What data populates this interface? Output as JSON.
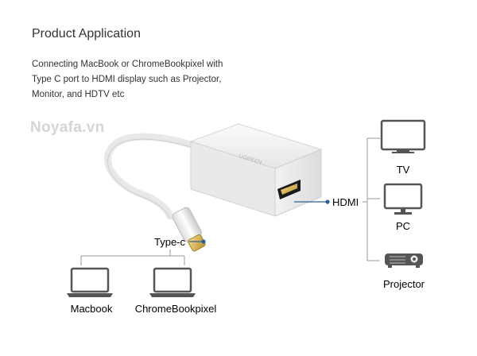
{
  "header": {
    "title": "Product Application",
    "description": "Connecting MacBook or ChromeBookpixel with Type C port to HDMI display such as Projector, Monitor, and HDTV etc"
  },
  "watermark": "Noyafa.vn",
  "product": {
    "brand_text": "UGREEN",
    "port_labels": {
      "input": "Type-c",
      "output": "HDMI"
    }
  },
  "sources": [
    {
      "label": "Macbook",
      "icon": "laptop-icon"
    },
    {
      "label": "ChromeBookpixel",
      "icon": "laptop-icon"
    }
  ],
  "displays": [
    {
      "label": "TV",
      "icon": "tv-icon"
    },
    {
      "label": "PC",
      "icon": "monitor-icon"
    },
    {
      "label": "Projector",
      "icon": "projector-icon"
    }
  ],
  "colors": {
    "accent": "#2f5f96",
    "line": "#9a9a9a",
    "icon": "#555555"
  }
}
